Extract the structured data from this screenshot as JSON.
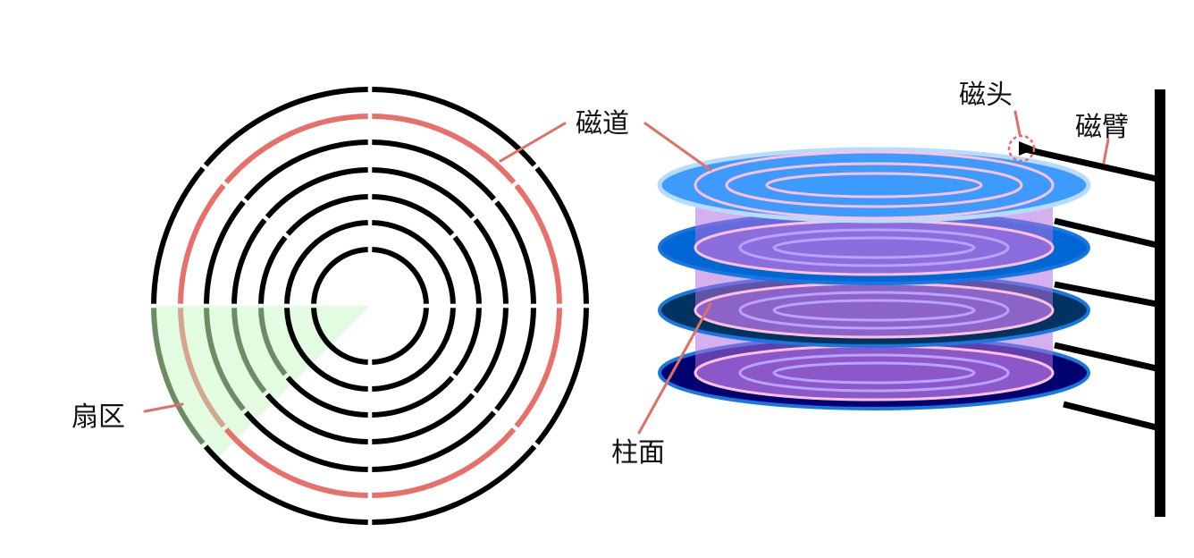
{
  "labels": {
    "track": "磁道",
    "sector": "扇区",
    "cylinder": "柱面",
    "head": "磁头",
    "arm": "磁臂"
  },
  "colors": {
    "track_black": "#000000",
    "track_highlight": "#e8706a",
    "sector_fill": "#e3fbe0",
    "sector_track": "#6d8c66",
    "sector_highlight": "#d3a78d",
    "leader_line": "#e06f68",
    "platter_top": "#3d9bff",
    "platter_top_edge": "#b8dcff",
    "platter_2": "#0067d4",
    "platter_3": "#00335f",
    "platter_4": "#000070",
    "platter_edge": "#1777e0",
    "cylinder_fill": "#b070e0",
    "cylinder_ring": "#ffc0e0",
    "inner_track": "#b9a3ff",
    "arm": "#000000"
  },
  "disk": {
    "tracks": 7,
    "highlighted_track_index": 5,
    "sector_gap_angles_deg": [
      0,
      90,
      180,
      270,
      220,
      320,
      140,
      40
    ]
  },
  "platters": 4
}
